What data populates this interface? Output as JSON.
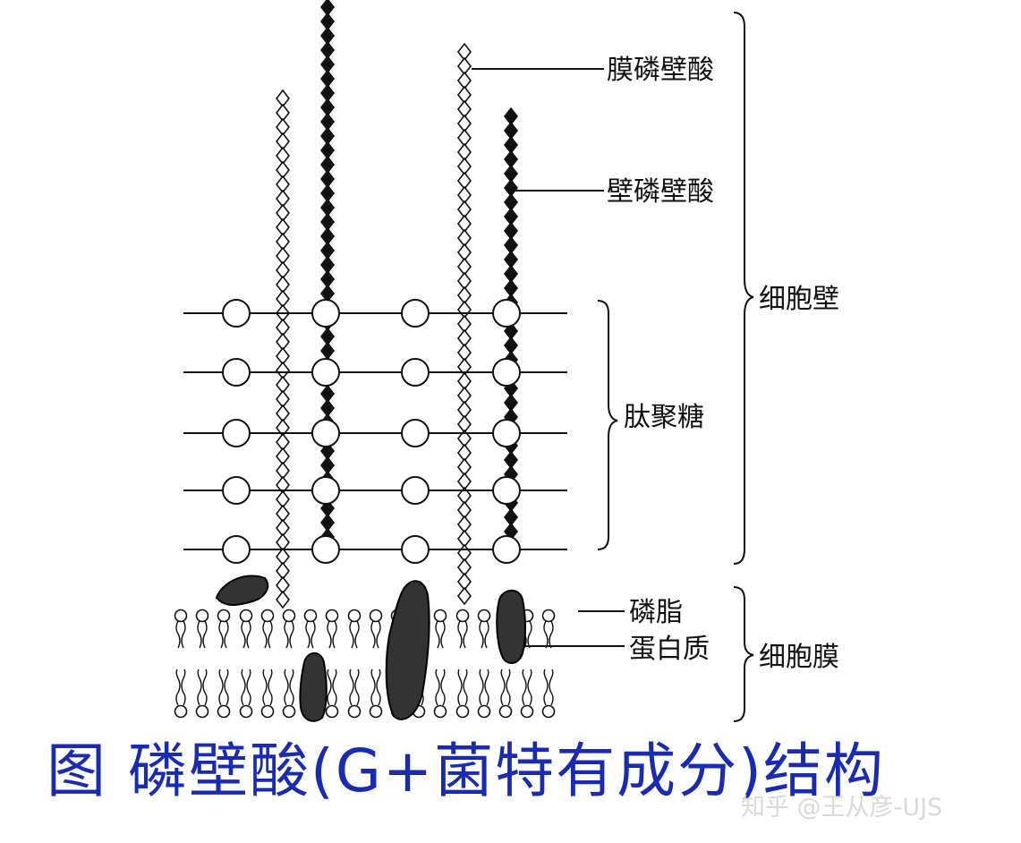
{
  "labels": {
    "lipoteichoic_acid": "膜磷壁酸",
    "wall_teichoic_acid": "壁磷壁酸",
    "cell_wall": "细胞壁",
    "peptidoglycan": "肽聚糖",
    "phospholipid": "磷脂",
    "protein": "蛋白质",
    "cell_membrane": "细胞膜"
  },
  "caption": "图  磷壁酸(G+菌特有成分)结构",
  "watermark": "知乎 @王从彦-UJS",
  "colors": {
    "caption": "#1a2bb3",
    "line": "#111111",
    "watermark": "#d9d9d9"
  }
}
